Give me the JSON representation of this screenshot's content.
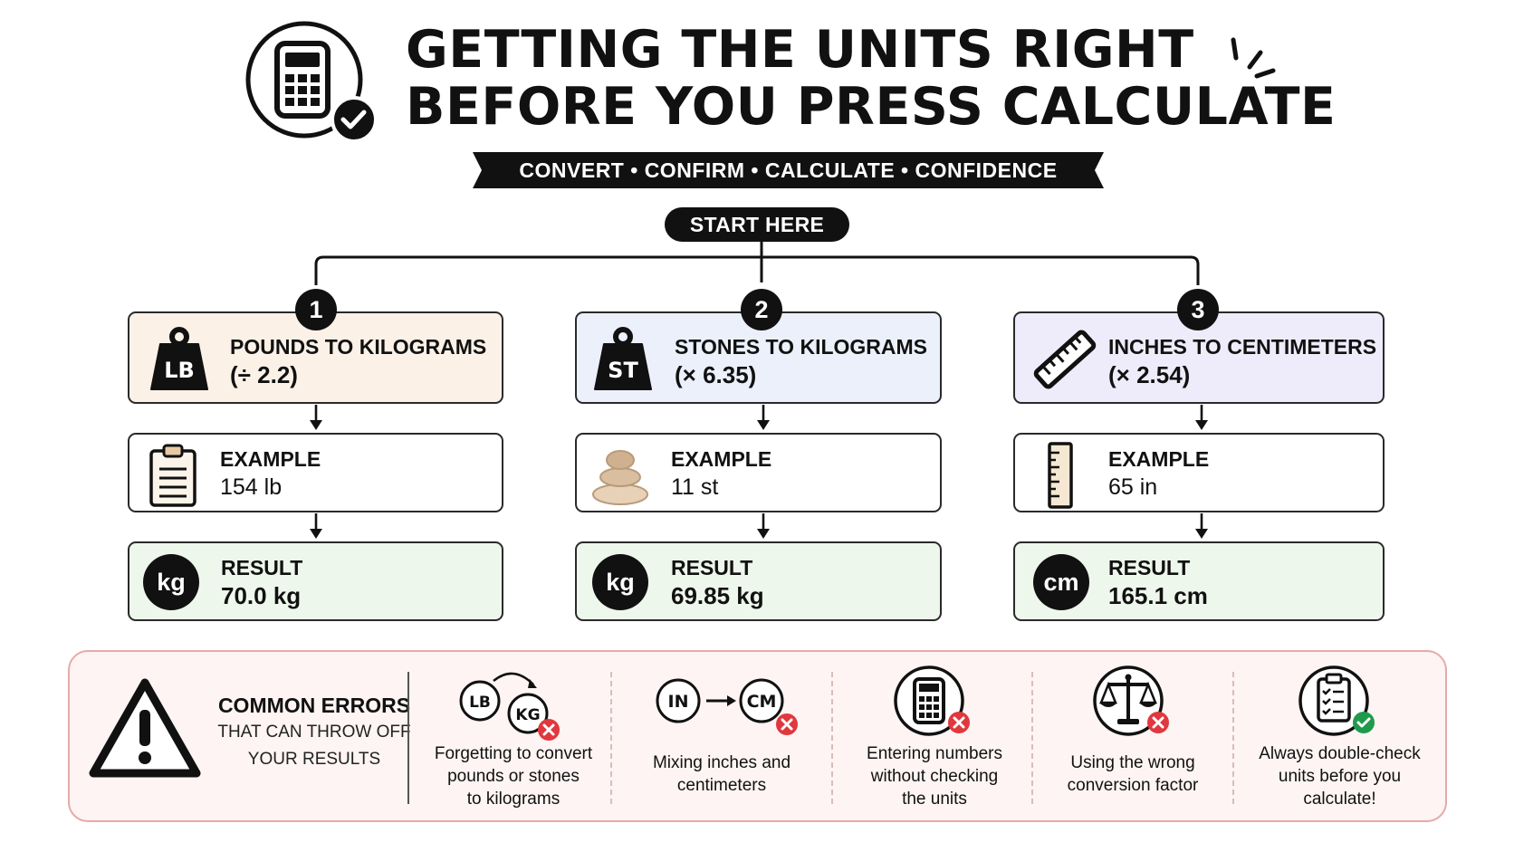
{
  "header": {
    "title_line1": "GETTING THE UNITS RIGHT",
    "title_line2": "BEFORE YOU PRESS CALCULATE",
    "banner": "CONVERT • CONFIRM • CALCULATE • CONFIDENCE",
    "icon": "calculator-check-icon"
  },
  "start": {
    "label": "START HERE"
  },
  "steps": [
    {
      "number": "1",
      "icon": "lb-weight-icon",
      "icon_label": "LB",
      "conversion_title": "POUNDS TO KILOGRAMS",
      "factor": "(÷ 2.2)",
      "example_icon": "clipboard-icon",
      "example_label": "EXAMPLE",
      "example_value": "154 lb",
      "result_icon_label": "kg",
      "result_label": "RESULT",
      "result_value": "70.0 kg"
    },
    {
      "number": "2",
      "icon": "st-weight-icon",
      "icon_label": "ST",
      "conversion_title": "STONES TO KILOGRAMS",
      "factor": "(× 6.35)",
      "example_icon": "stacked-stones-icon",
      "example_label": "EXAMPLE",
      "example_value": "11 st",
      "result_icon_label": "kg",
      "result_label": "RESULT",
      "result_value": "69.85 kg"
    },
    {
      "number": "3",
      "icon": "ruler-icon",
      "icon_label": "",
      "conversion_title": "INCHES TO CENTIMETERS",
      "factor": "(× 2.54)",
      "example_icon": "vertical-ruler-icon",
      "example_label": "EXAMPLE",
      "example_value": "65 in",
      "result_icon_label": "cm",
      "result_label": "RESULT",
      "result_value": "165.1 cm"
    }
  ],
  "errors": {
    "icon": "warning-triangle-icon",
    "title": "COMMON ERRORS",
    "subtitle_line1": "THAT CAN THROW OFF",
    "subtitle_line2": "YOUR RESULTS",
    "items": [
      {
        "icon": "lb-to-kg-error-icon",
        "badge_a": "LB",
        "badge_b": "KG",
        "lines": [
          "Forgetting to convert",
          "pounds or stones",
          "to kilograms"
        ]
      },
      {
        "icon": "in-to-cm-error-icon",
        "badge_a": "IN",
        "badge_b": "CM",
        "lines": [
          "Mixing inches and",
          "centimeters"
        ]
      },
      {
        "icon": "calculator-error-icon",
        "lines": [
          "Entering numbers",
          "without checking",
          "the units"
        ]
      },
      {
        "icon": "scales-error-icon",
        "lines": [
          "Using the wrong",
          "conversion factor"
        ]
      },
      {
        "icon": "clipboard-check-icon",
        "lines": [
          "Always double-check",
          "units before you",
          "calculate!"
        ]
      }
    ]
  },
  "colors": {
    "ink": "#111111",
    "conv1_bg": "#fbf1e7",
    "conv2_bg": "#ebf0fb",
    "conv3_bg": "#eeecfa",
    "result_bg": "#eef7ec",
    "errors_bg": "#fdf4f3",
    "errors_border": "#e6aaa9",
    "error_red": "#e0383e",
    "ok_green": "#1f9a4c"
  }
}
